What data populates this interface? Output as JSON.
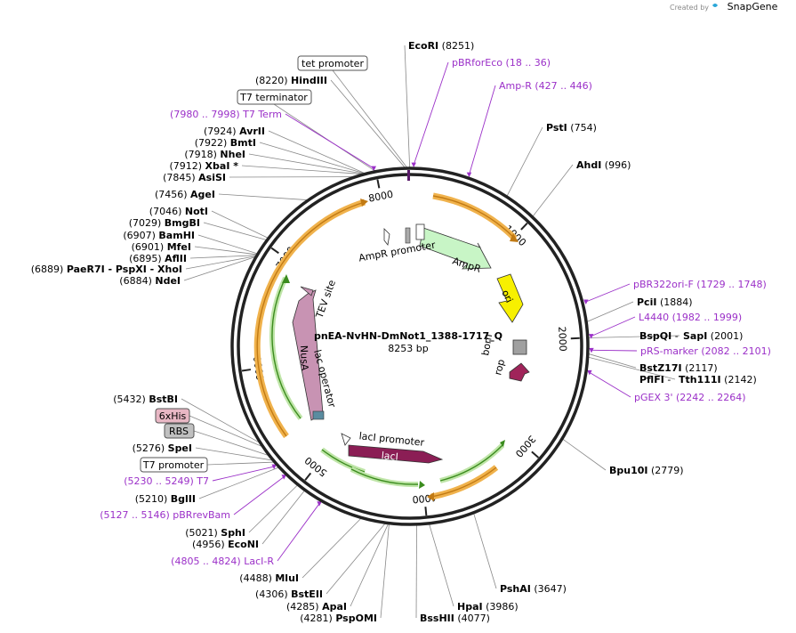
{
  "watermark": {
    "prefix": "Created by",
    "brand": "SnapGene"
  },
  "plasmid": {
    "name": "pnEA-NvHN-DmNot1_1388-1717_Q",
    "length_label": "8253 bp",
    "total_bp": 8253
  },
  "colors": {
    "primer": "#9b30c8",
    "backbone": "#222222",
    "ampR": "#c8f5c6",
    "ori": "#f7f000",
    "nusA": "#c893b3",
    "lacI": "#8b1e55",
    "rop": "#a0245a",
    "bom": "#a0a0a0",
    "orf": "#f0b24c",
    "orf_inner": "#4aa82b"
  },
  "ticks": [
    {
      "bp": 1000,
      "label": "1000"
    },
    {
      "bp": 2000,
      "label": "2000"
    },
    {
      "bp": 3000,
      "label": "3000"
    },
    {
      "bp": 4000,
      "label": "4000"
    },
    {
      "bp": 5000,
      "label": "5000"
    },
    {
      "bp": 6000,
      "label": "6000"
    },
    {
      "bp": 7000,
      "label": "7000"
    },
    {
      "bp": 8000,
      "label": "8000"
    }
  ],
  "sites": [
    {
      "name": "EcoRI",
      "pos": "(8251)"
    },
    {
      "name": "HindIII",
      "pos": "(8220)"
    },
    {
      "name": "AvrII",
      "pos": "(7924)"
    },
    {
      "name": "BmtI",
      "pos": "(7922)"
    },
    {
      "name": "NheI",
      "pos": "(7918)"
    },
    {
      "name": "XbaI *",
      "pos": "(7912)"
    },
    {
      "name": "AsiSI",
      "pos": "(7845)"
    },
    {
      "name": "AgeI",
      "pos": "(7456)"
    },
    {
      "name": "NotI",
      "pos": "(7046)"
    },
    {
      "name": "BmgBI",
      "pos": "(7029)"
    },
    {
      "name": "BamHI",
      "pos": "(6907)"
    },
    {
      "name": "MfeI",
      "pos": "(6901)"
    },
    {
      "name": "AflII",
      "pos": "(6895)"
    },
    {
      "name": "PaeR7I - PspXI - XhoI",
      "pos": "(6889)"
    },
    {
      "name": "NdeI",
      "pos": "(6884)"
    },
    {
      "name": "BstBI",
      "pos": "(5432)"
    },
    {
      "name": "SpeI",
      "pos": "(5276)"
    },
    {
      "name": "BglII",
      "pos": "(5210)"
    },
    {
      "name": "SphI",
      "pos": "(5021)"
    },
    {
      "name": "EcoNI",
      "pos": "(4956)"
    },
    {
      "name": "MluI",
      "pos": "(4488)"
    },
    {
      "name": "BstEII",
      "pos": "(4306)"
    },
    {
      "name": "ApaI",
      "pos": "(4285)"
    },
    {
      "name": "PspOMI",
      "pos": "(4281)"
    },
    {
      "name": "BssHII",
      "pos": "(4077)"
    },
    {
      "name": "HpaI",
      "pos": "(3986)"
    },
    {
      "name": "PshAI",
      "pos": "(3647)"
    },
    {
      "name": "Bpu10I",
      "pos": "(2779)"
    },
    {
      "name": "Tth111I",
      "pos": "(2142)"
    },
    {
      "name": "PflFI",
      "pos": ""
    },
    {
      "name": "BstZ17I",
      "pos": "(2117)"
    },
    {
      "name": "SapI",
      "pos": "(2001)"
    },
    {
      "name": "BspQI",
      "pos": ""
    },
    {
      "name": "PciI",
      "pos": "(1884)"
    },
    {
      "name": "AhdI",
      "pos": "(996)"
    },
    {
      "name": "PstI",
      "pos": "(754)"
    }
  ],
  "primers": [
    {
      "name": "pBRforEco",
      "range": "(18 .. 36)"
    },
    {
      "name": "Amp-R",
      "range": "(427 .. 446)"
    },
    {
      "name": "T7 Term",
      "range": "(7980 .. 7998)"
    },
    {
      "name": "pBR322ori-F",
      "range": "(1729 .. 1748)"
    },
    {
      "name": "L4440",
      "range": "(1982 .. 1999)"
    },
    {
      "name": "pRS-marker",
      "range": "(2082 .. 2101)"
    },
    {
      "name": "pGEX 3'",
      "range": "(2242 .. 2264)"
    },
    {
      "name": "T7",
      "range": "(5230 .. 5249)"
    },
    {
      "name": "pBRrevBam",
      "range": "(5127 .. 5146)"
    },
    {
      "name": "LacI-R",
      "range": "(4805 .. 4824)"
    }
  ],
  "boxed_features": [
    {
      "name": "tet promoter"
    },
    {
      "name": "T7 terminator"
    },
    {
      "name": "6xHis"
    },
    {
      "name": "RBS"
    },
    {
      "name": "T7 promoter"
    }
  ],
  "inner_features": [
    {
      "name": "AmpR promoter"
    },
    {
      "name": "AmpR"
    },
    {
      "name": "ori"
    },
    {
      "name": "bom"
    },
    {
      "name": "rop"
    },
    {
      "name": "lacI promoter"
    },
    {
      "name": "lacI"
    },
    {
      "name": "lac operator"
    },
    {
      "name": "NusA"
    },
    {
      "name": "TEV site"
    }
  ]
}
